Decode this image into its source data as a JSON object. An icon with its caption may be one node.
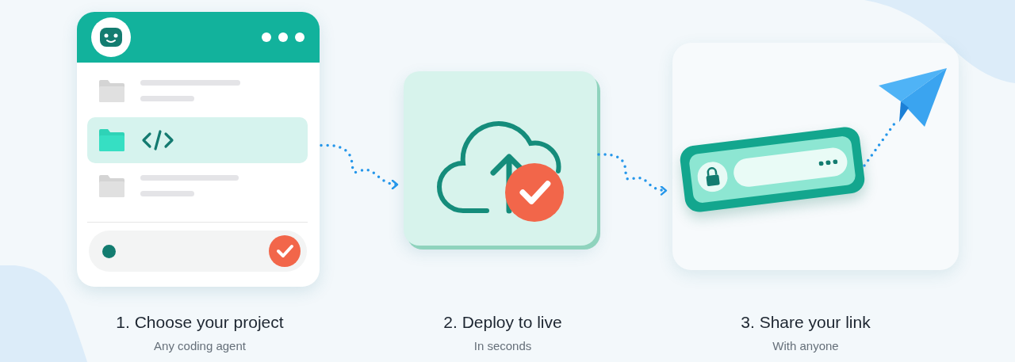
{
  "diagram": {
    "nodes": [
      {
        "text": [],
        "shape": "picture"
      },
      {
        "text": [],
        "shape": "box"
      },
      {
        "text": [],
        "shape": "box"
      },
      {
        "text": [],
        "shape": "bar",
        "in": 2
      },
      {
        "text": [],
        "shape": "picture",
        "in": 2
      }
    ],
    "edges": [
      {
        "from": 0,
        "to": 1,
        "arrow": "to",
        "style": "dashed"
      },
      {
        "from": 1,
        "to": 2,
        "arrow": "to",
        "style": "dashed"
      },
      {
        "from": 3,
        "to": 4,
        "arrow": "none",
        "style": "dashed"
      }
    ],
    "labels": [
      "1. Choose your project",
      "Any coding agent",
      "2. Deploy to live",
      "In seconds",
      "3. Share your link",
      "With anyone"
    ]
  }
}
